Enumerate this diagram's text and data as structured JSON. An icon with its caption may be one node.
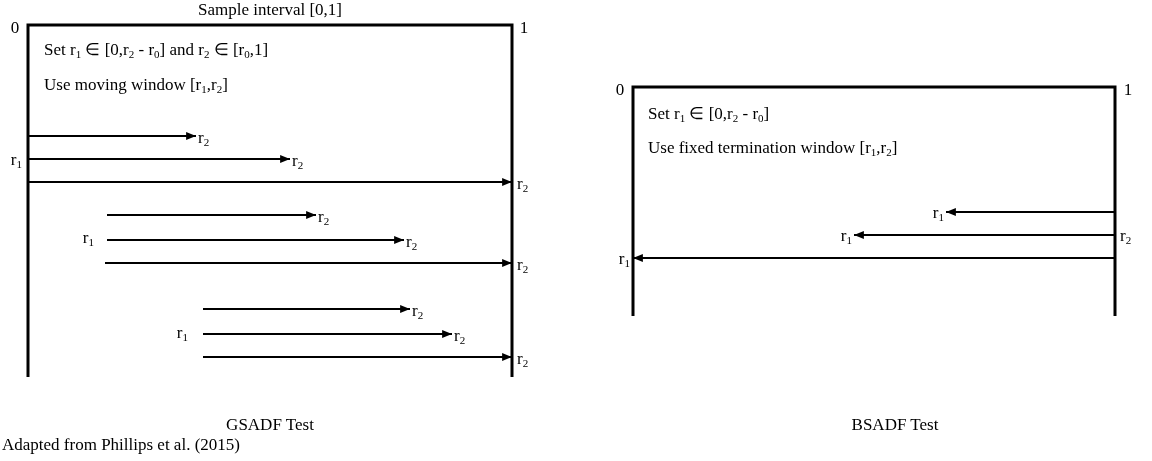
{
  "diagram": {
    "caption": "Adapted from Phillips et al. (2015)",
    "nodes": [
      {
        "text": [
          "r$_{2}$"
        ]
      },
      {
        "text": [
          "r$_{2}$"
        ]
      },
      {
        "text": [
          "r$_{2}$"
        ]
      },
      {
        "text": [
          "r$_{2}$"
        ]
      },
      {
        "text": [
          "r$_{2}$"
        ]
      },
      {
        "text": [
          "r$_{2}$"
        ]
      },
      {
        "text": [
          "r$_{2}$"
        ]
      },
      {
        "text": [
          "r$_{2}$"
        ]
      },
      {
        "text": [
          "r$_{2}$"
        ]
      },
      {
        "text": [
          "r$_{1}$"
        ]
      },
      {
        "text": [
          "r$_{1}$"
        ]
      },
      {
        "text": [
          "r$_{1}$"
        ]
      },
      {
        "text": [
          "r$_{1}$"
        ]
      },
      {
        "text": [
          "r$_{1}$"
        ]
      },
      {
        "text": [
          "r$_{1}$"
        ]
      },
      {
        "text": [
          "r$_{2}$"
        ]
      }
    ],
    "edges": [
      {
        "from": 12,
        "to": 0,
        "arrow": "to"
      },
      {
        "from": 12,
        "to": 1,
        "arrow": "to"
      },
      {
        "from": 12,
        "to": 2,
        "arrow": "to"
      },
      {
        "from": 13,
        "to": 3,
        "arrow": "to"
      },
      {
        "from": 13,
        "to": 4,
        "arrow": "to"
      },
      {
        "from": 13,
        "to": 5,
        "arrow": "to"
      },
      {
        "from": 14,
        "to": 6,
        "arrow": "to"
      },
      {
        "from": 14,
        "to": 7,
        "arrow": "to"
      },
      {
        "from": 14,
        "to": 8,
        "arrow": "to"
      },
      {
        "from": 15,
        "to": 9,
        "arrow": "to"
      },
      {
        "from": 15,
        "to": 10,
        "arrow": "to"
      },
      {
        "from": 15,
        "to": 11,
        "arrow": "to"
      }
    ],
    "labels": [
      "Sample interval [0,1]",
      "0",
      "1",
      "Set r$_{1}$ ∈ [0,r$_{2}$ - r$_{0}$] and r$_{2}$ ∈ [r$_{0}$,1]",
      "Use moving window [r$_{1}$,r$_{2}$]",
      "0",
      "1",
      "Set r$_{1}$ ∈ [0,r$_{2}$ - r$_{0}$]",
      "Use fixed termination window [r$_{1}$,r$_{2}$]",
      "GSADF Test",
      "BSADF Test"
    ]
  }
}
